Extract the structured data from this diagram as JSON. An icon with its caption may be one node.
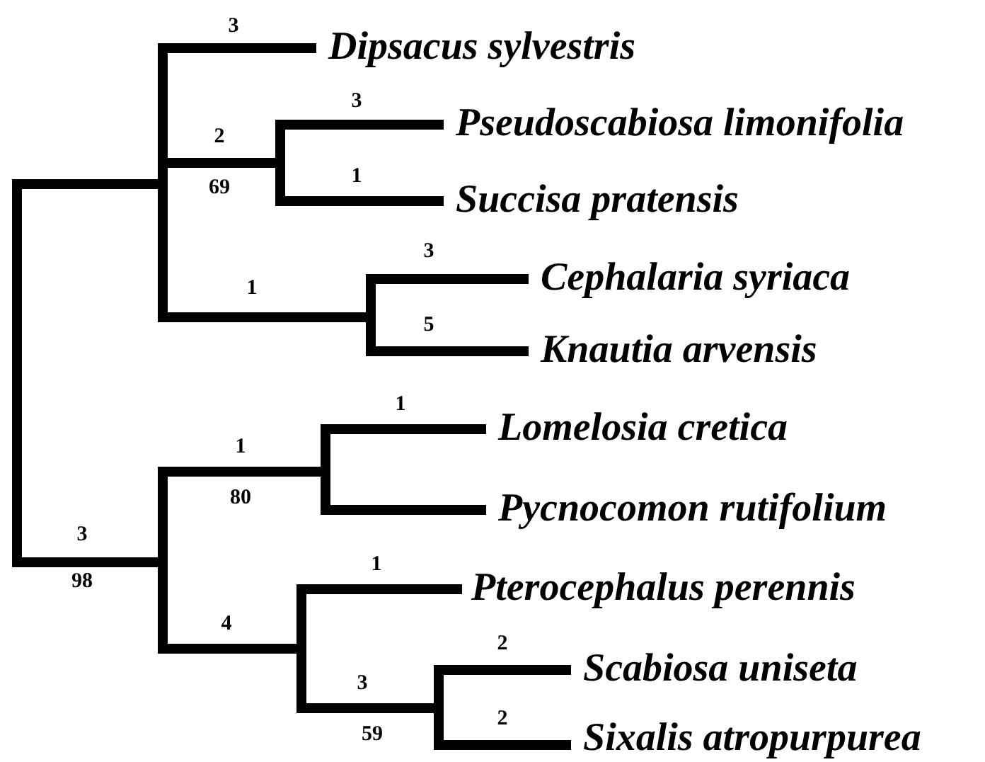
{
  "diagram": {
    "labels": [
      "3",
      "Dipsacus sylvestris",
      "3",
      "Pseudoscabiosa limonifolia",
      "2",
      "1",
      "69",
      "Succisa pratensis",
      "3",
      "Cephalaria syriaca",
      "1",
      "5",
      "Knautia arvensis",
      "1",
      "Lomelosia cretica",
      "1",
      "80",
      "Pycnocomon rutifolium",
      "3",
      "1",
      "Pterocephalus perennis",
      "98",
      "4",
      "2",
      "Scabiosa uniseta",
      "3",
      "2",
      "59",
      "Sixalis atropurpurea"
    ]
  }
}
